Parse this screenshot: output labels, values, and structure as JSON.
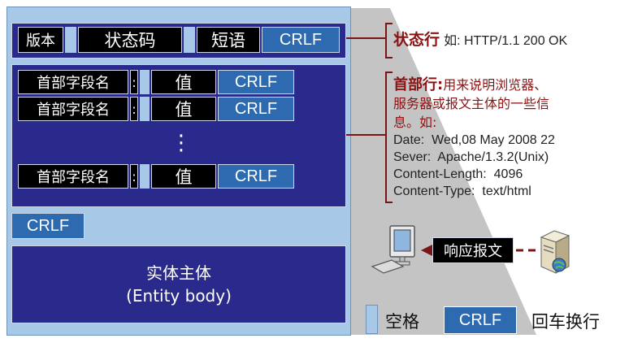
{
  "status_line": {
    "version": "版本",
    "status_code": "状态码",
    "phrase": "短语",
    "crlf": "CRLF"
  },
  "header_lines": [
    {
      "name": "首部字段名",
      "colon": ":",
      "value": "值",
      "crlf": "CRLF"
    },
    {
      "name": "首部字段名",
      "colon": ":",
      "value": "值",
      "crlf": "CRLF"
    },
    {
      "name": "首部字段名",
      "colon": ":",
      "value": "值",
      "crlf": "CRLF"
    }
  ],
  "ellipsis": "⋮",
  "blank_line_crlf": "CRLF",
  "entity_body": {
    "line1": "实体主体",
    "line2": "(Entity body)"
  },
  "annotations": {
    "status_title": "状态行",
    "status_example": "如: HTTP/1.1 200 OK",
    "header_title": "首部行:",
    "header_desc_1": "用来说明浏览器、",
    "header_desc_2": "服务器或报文主体的一些信",
    "header_desc_3": "息。如:",
    "header_examples": [
      "Date:  Wed,08 May 2008 22",
      "Sever:  Apache/1.3.2(Unix)",
      "Content-Length:  4096",
      "Content-Type:  text/html"
    ]
  },
  "response_label": "响应报文",
  "legend": {
    "space_label": "空格",
    "crlf_box": "CRLF",
    "crlf_label": "回车换行"
  },
  "colors": {
    "panel_bg": "#a8c8e8",
    "band": "#2a2a8c",
    "crlf": "#2d6ab0",
    "black": "#000000",
    "annotation_red": "#8b1212",
    "projection_gray": "#c4c4c4"
  },
  "icons": [
    "client-computer-icon",
    "server-icon",
    "arrow-left-icon"
  ]
}
